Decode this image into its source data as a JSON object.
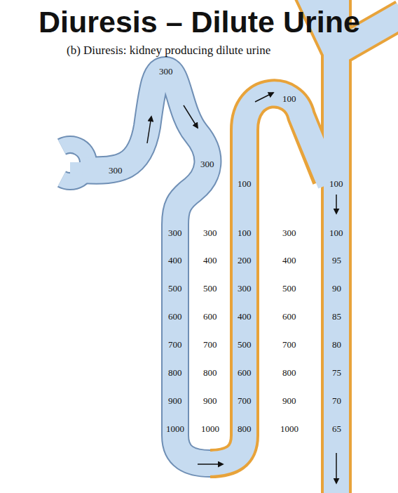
{
  "diagram": {
    "title": "Diuresis – Dilute Urine",
    "caption": "(b) Diuresis: kidney producing dilute urine",
    "labels": [
      "300",
      "100",
      "300",
      "300",
      "100",
      "100",
      "300",
      "300",
      "100",
      "300",
      "100",
      "400",
      "400",
      "200",
      "400",
      "95",
      "500",
      "500",
      "300",
      "500",
      "90",
      "600",
      "600",
      "400",
      "600",
      "85",
      "700",
      "700",
      "500",
      "700",
      "80",
      "800",
      "800",
      "600",
      "800",
      "75",
      "900",
      "900",
      "700",
      "900",
      "70",
      "1000",
      "1000",
      "800",
      "1000",
      "65"
    ]
  }
}
